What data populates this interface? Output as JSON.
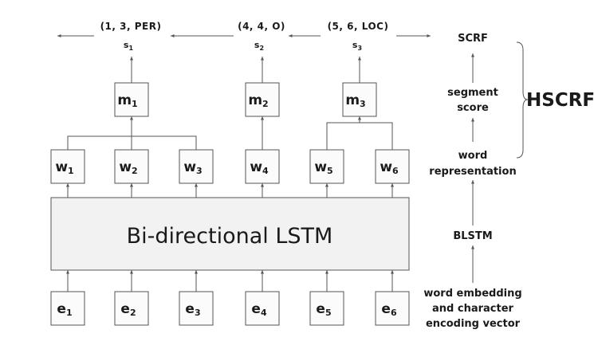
{
  "segments": [
    {
      "id": "s1",
      "letter": "s",
      "sub": "1",
      "tuple": "(1, 3, PER)"
    },
    {
      "id": "s2",
      "letter": "s",
      "sub": "2",
      "tuple": "(4, 4, O)"
    },
    {
      "id": "s3",
      "letter": "s",
      "sub": "3",
      "tuple": "(5, 6, LOC)"
    }
  ],
  "segment_nodes": [
    {
      "id": "m1",
      "letter": "m",
      "sub": "1"
    },
    {
      "id": "m2",
      "letter": "m",
      "sub": "2"
    },
    {
      "id": "m3",
      "letter": "m",
      "sub": "3"
    }
  ],
  "word_nodes": [
    {
      "id": "w1",
      "letter": "w",
      "sub": "1"
    },
    {
      "id": "w2",
      "letter": "w",
      "sub": "2"
    },
    {
      "id": "w3",
      "letter": "w",
      "sub": "3"
    },
    {
      "id": "w4",
      "letter": "w",
      "sub": "4"
    },
    {
      "id": "w5",
      "letter": "w",
      "sub": "5"
    },
    {
      "id": "w6",
      "letter": "w",
      "sub": "6"
    }
  ],
  "embedding_nodes": [
    {
      "id": "e1",
      "letter": "e",
      "sub": "1"
    },
    {
      "id": "e2",
      "letter": "e",
      "sub": "2"
    },
    {
      "id": "e3",
      "letter": "e",
      "sub": "3"
    },
    {
      "id": "e4",
      "letter": "e",
      "sub": "4"
    },
    {
      "id": "e5",
      "letter": "e",
      "sub": "5"
    },
    {
      "id": "e6",
      "letter": "e",
      "sub": "6"
    }
  ],
  "lstm_label": "Bi-directional LSTM",
  "right_labels": {
    "scrf": "SCRF",
    "segment_score_1": "segment",
    "segment_score_2": "score",
    "word_rep_1": "word",
    "word_rep_2": "representation",
    "blstm": "BLSTM",
    "embedding_1": "word embedding",
    "embedding_2": "and character",
    "embedding_3": "encoding vector"
  },
  "hscrf_label": "HSCRF"
}
